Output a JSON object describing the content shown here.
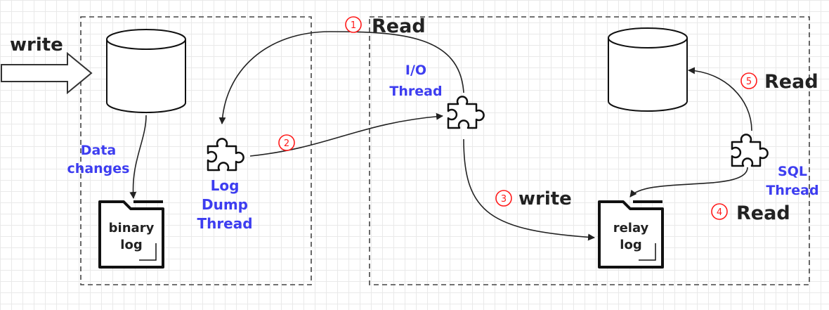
{
  "colors": {
    "accent_text": "#3d3df0",
    "step_marker": "#ff1a1a",
    "line": "#222222",
    "dashed_border": "#444444"
  },
  "master": {
    "input_label": "write",
    "data_changes_line1": "Data",
    "data_changes_line2": "changes",
    "binary_log_line1": "binary",
    "binary_log_line2": "log",
    "dump_thread_line1": "Log",
    "dump_thread_line2": "Dump",
    "dump_thread_line3": "Thread"
  },
  "slave": {
    "io_thread_line1": "I/O",
    "io_thread_line2": "Thread",
    "sql_thread_line1": "SQL",
    "sql_thread_line2": "Thread",
    "relay_log_line1": "relay",
    "relay_log_line2": "log"
  },
  "steps": [
    {
      "number": "1",
      "label": "Read"
    },
    {
      "number": "2",
      "label": ""
    },
    {
      "number": "3",
      "label": "write"
    },
    {
      "number": "4",
      "label": "Read"
    },
    {
      "number": "5",
      "label": "Read"
    }
  ]
}
